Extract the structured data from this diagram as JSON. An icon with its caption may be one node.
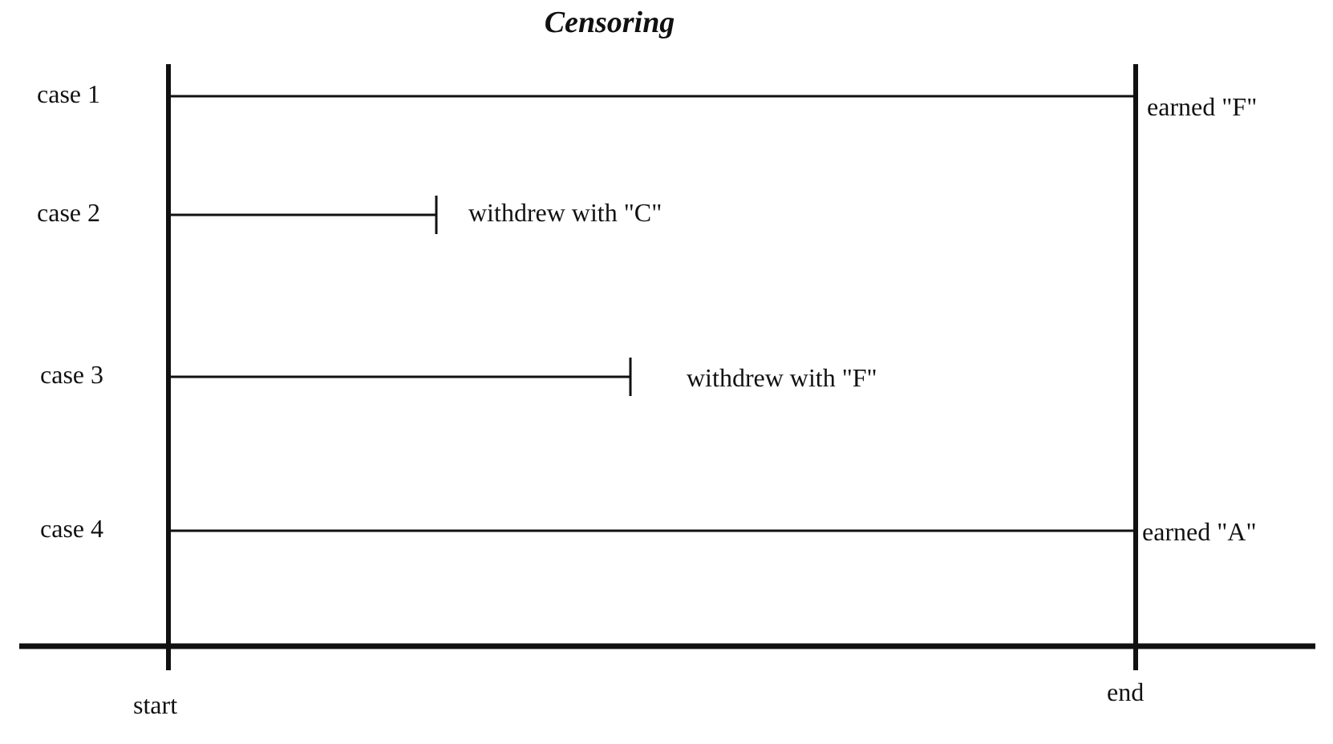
{
  "diagram": {
    "title": "Censoring",
    "labels": [
      "case 1",
      "earned \"F\"",
      "case 2",
      "withdrew with \"C\"",
      "case 3",
      "withdrew with \"F\"",
      "case 4",
      "earned \"A\"",
      "start",
      "end"
    ]
  }
}
